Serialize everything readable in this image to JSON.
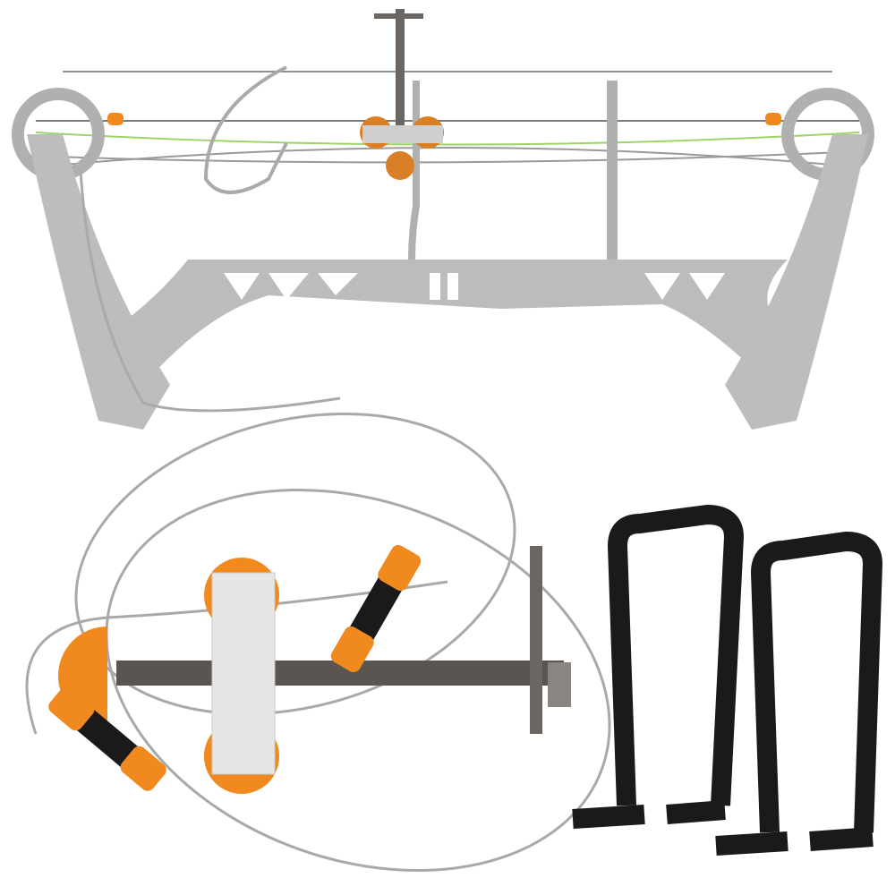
{
  "colors": {
    "background": "#ffffff",
    "bow_gray": "#b8b8b8",
    "bow_dark": "#8f8f8f",
    "string_green": "#9ed36a",
    "press_orange": "#f08a1e",
    "press_plate": "#e6e6e6",
    "threaded_rod": "#5a5550",
    "cable": "#a9a9a9",
    "bracket_black": "#1a1a1a"
  },
  "objects": [
    "compound-bow",
    "bow-press-tool",
    "steel-cables",
    "wall-brackets"
  ]
}
